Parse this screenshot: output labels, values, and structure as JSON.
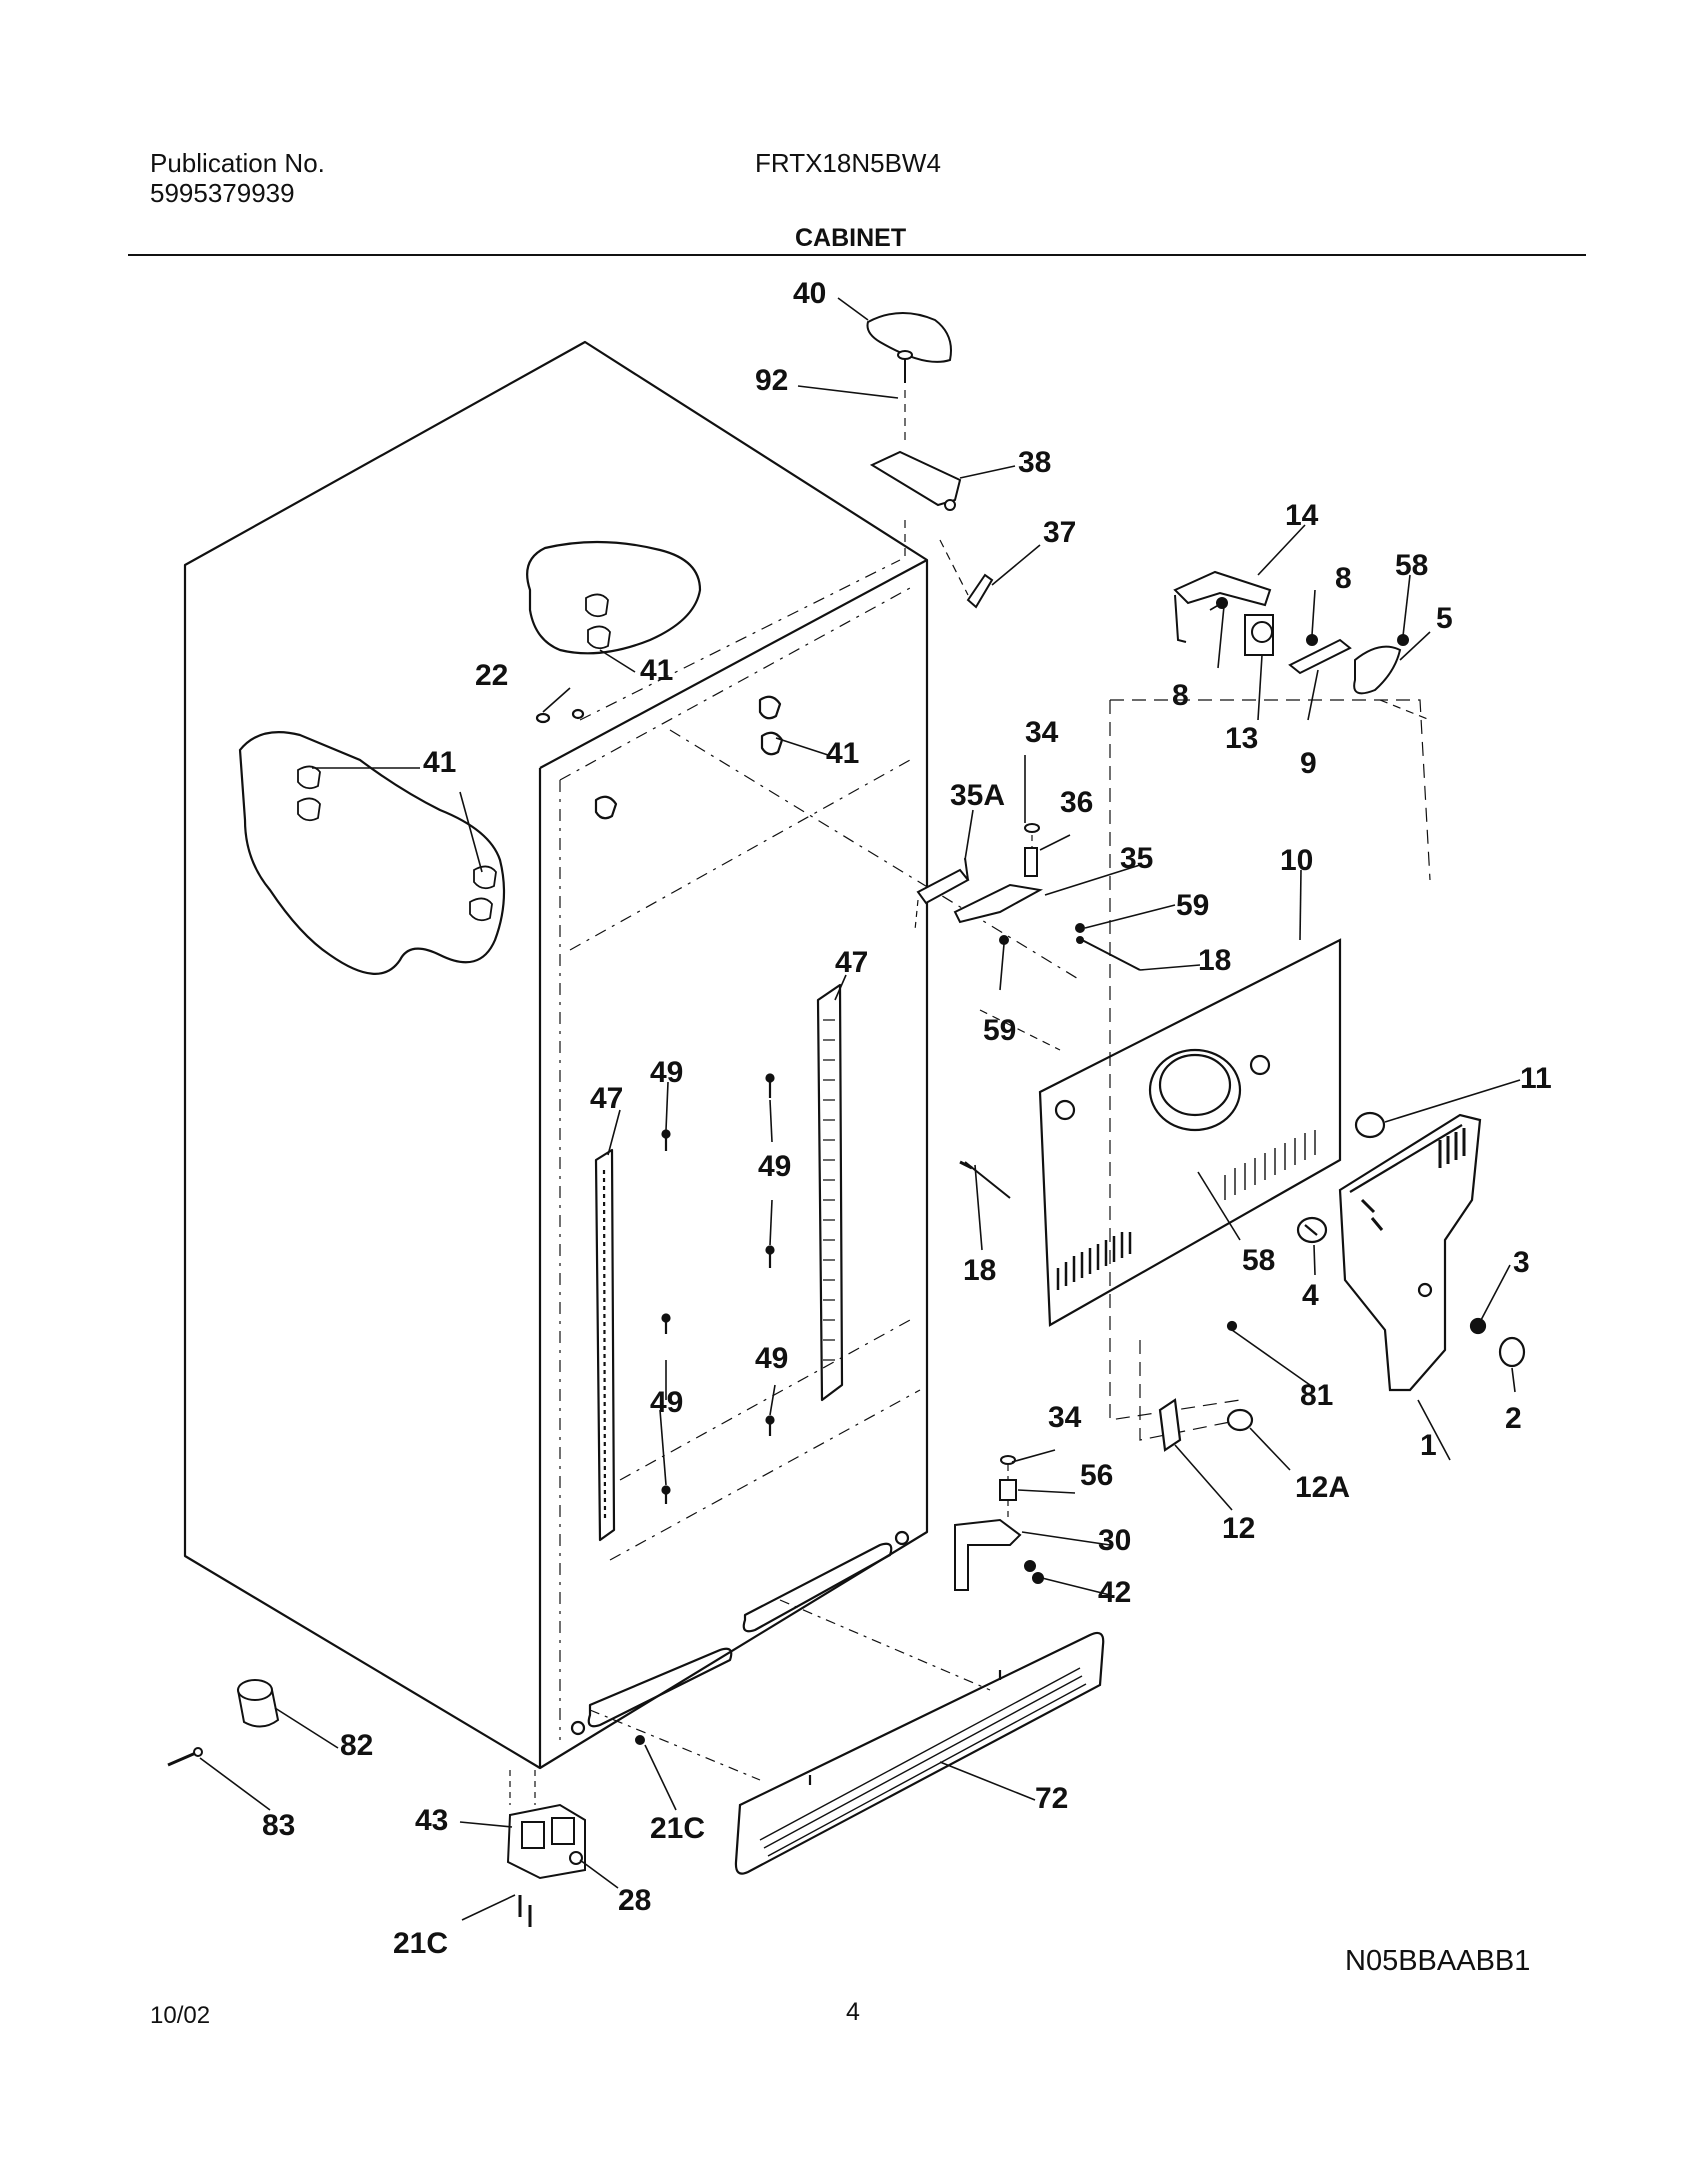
{
  "header": {
    "publication_label": "Publication No.",
    "publication_number": "5995379939",
    "model": "FRTX18N5BW4",
    "section_title": "CABINET"
  },
  "diagram": {
    "callouts": {
      "c1": "1",
      "c2": "2",
      "c3": "3",
      "c4": "4",
      "c5": "5",
      "c8a": "8",
      "c8b": "8",
      "c9": "9",
      "c10": "10",
      "c11": "11",
      "c12": "12",
      "c12a": "12A",
      "c13": "13",
      "c14": "14",
      "c18a": "18",
      "c18b": "18",
      "c21ca": "21C",
      "c21cb": "21C",
      "c22": "22",
      "c28": "28",
      "c30": "30",
      "c34a": "34",
      "c34b": "34",
      "c35": "35",
      "c35a": "35A",
      "c36": "36",
      "c37": "37",
      "c38": "38",
      "c40": "40",
      "c41a": "41",
      "c41b": "41",
      "c41c": "41",
      "c42": "42",
      "c43": "43",
      "c47a": "47",
      "c47b": "47",
      "c49a": "49",
      "c49b": "49",
      "c49c": "49",
      "c49d": "49",
      "c56": "56",
      "c58a": "58",
      "c58b": "58",
      "c59a": "59",
      "c59b": "59",
      "c72": "72",
      "c81": "81",
      "c82": "82",
      "c83": "83",
      "c92": "92"
    },
    "code": "N05BBAABB1"
  },
  "footer": {
    "date": "10/02",
    "page": "4"
  }
}
